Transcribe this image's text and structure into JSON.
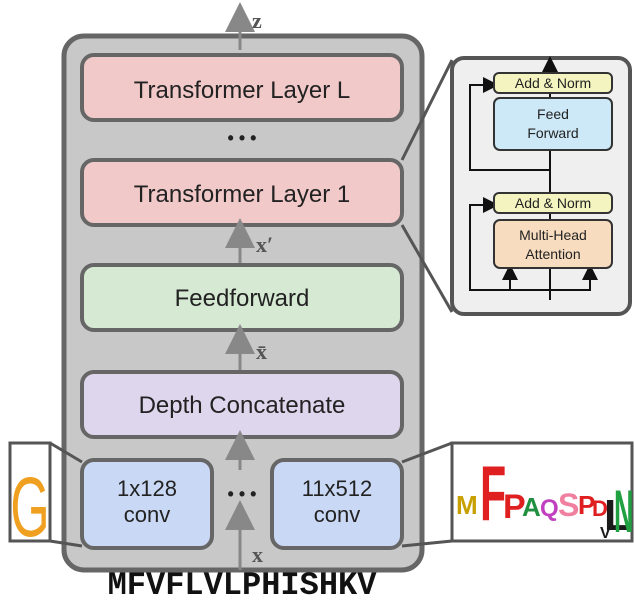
{
  "output_label": "z",
  "layers": {
    "top": "Transformer Layer L",
    "ellipsis": "• • •",
    "bottom": "Transformer Layer 1"
  },
  "x_prime_label": "x′",
  "feedforward_label": "Feedforward",
  "x_bar_label": "x̄",
  "depth_concat_label": "Depth Concatenate",
  "convs": {
    "left": [
      "1x128",
      "conv"
    ],
    "ellipsis": "• • •",
    "right": [
      "11x512",
      "conv"
    ]
  },
  "input_label": "x",
  "sequence": "MFVFLVLPHISHKV",
  "detail": {
    "add_norm_top": "Add & Norm",
    "ffn": [
      "Feed",
      "Forward"
    ],
    "add_norm_bottom": "Add & Norm",
    "attention": [
      "Multi-Head",
      "Attention"
    ]
  },
  "logo_left_letter": "G",
  "logo_right_letters": [
    "M",
    "F",
    "P",
    "A",
    "Q",
    "S",
    "P",
    "D",
    "L",
    "N",
    "V"
  ],
  "colors": {
    "transformer_fill": "#f2c9c9",
    "feedforward_fill": "#d6ead3",
    "depth_concat_fill": "#ded6ec",
    "conv_fill": "#c9d8f4",
    "outer_fill": "#c8c8c8",
    "add_norm_fill": "#f4f4c0",
    "ffn_fill": "#cde8f6",
    "attention_fill": "#f8dcc0"
  }
}
